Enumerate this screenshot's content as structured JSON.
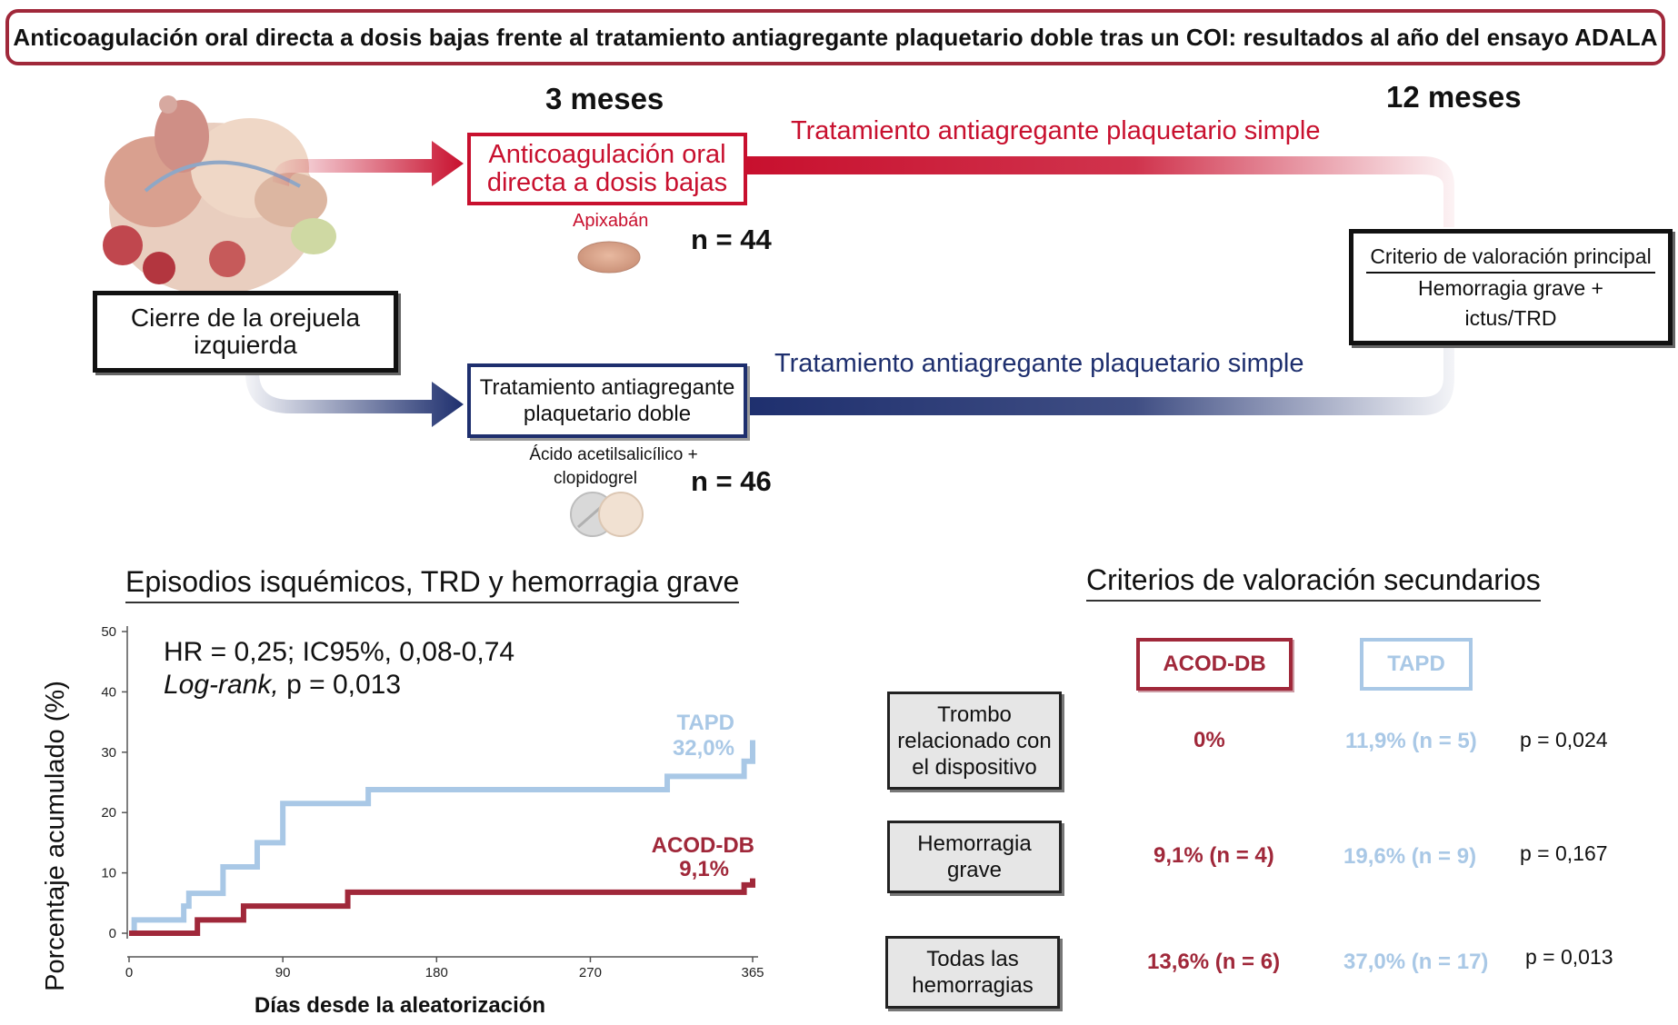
{
  "title": "Anticoagulación oral directa a dosis bajas frente al tratamiento antiagregante plaquetario doble tras un COI: resultados al año del ensayo ADALA",
  "timeline": {
    "month_3": "3 meses",
    "month_12": "12 meses"
  },
  "colors": {
    "red": "#c8102e",
    "navy": "#1e2f6e",
    "maroon": "#a0283a",
    "light_blue": "#a9c8e6"
  },
  "origin_box": {
    "line1": "Cierre de la orejuela",
    "line2": "izquierda"
  },
  "red_arm": {
    "box_line1": "Anticoagulación oral",
    "box_line2": "directa a dosis bajas",
    "drug": "Apixabán",
    "n": "n = 44",
    "followup": "Tratamiento antiagregante plaquetario simple",
    "icon": "pill-icon"
  },
  "navy_arm": {
    "box_line1": "Tratamiento antiagregante",
    "box_line2": "plaquetario doble",
    "drug_line1": "Ácido acetilsalicílico +",
    "drug_line2": "clopidogrel",
    "n": "n = 46",
    "followup": "Tratamiento antiagregante plaquetario simple",
    "icon": "two-pills-icon"
  },
  "endpoint_box": {
    "line1": "Criterio de valoración principal",
    "line2": "Hemorragia grave +",
    "line3": "ictus/TRD"
  },
  "km_panel": {
    "title": "Episodios isquémicos, TRD y hemorragia grave",
    "hr_line": "HR = 0,25; IC95%, 0,08-0,74",
    "logrank_italic": "Log-rank,",
    "logrank_rest": " p = 0,013",
    "series_labels": {
      "tapd_name": "TAPD",
      "tapd_value": "32,0%",
      "acod_name": "ACOD-DB",
      "acod_value": "9,1%"
    }
  },
  "chart_data": {
    "type": "line",
    "xlabel": "Días desde la aleatorización",
    "ylabel": "Porcentaje acumulado (%)",
    "xlim": [
      0,
      365
    ],
    "ylim": [
      0,
      50
    ],
    "xticks": [
      0,
      90,
      180,
      270,
      365
    ],
    "yticks": [
      0,
      10,
      20,
      30,
      40,
      50
    ],
    "series": [
      {
        "name": "TAPD",
        "color": "#a9c8e6",
        "x": [
          0,
          3,
          32,
          35,
          55,
          75,
          90,
          140,
          315,
          360,
          365
        ],
        "y": [
          0,
          2.2,
          4.5,
          6.6,
          11.0,
          15.0,
          21.5,
          23.8,
          26.0,
          28.5,
          32.0
        ]
      },
      {
        "name": "ACOD-DB",
        "color": "#a0283a",
        "x": [
          0,
          40,
          67,
          128,
          360,
          365
        ],
        "y": [
          0,
          2.2,
          4.5,
          6.8,
          8.0,
          9.1
        ]
      }
    ]
  },
  "secondary": {
    "title": "Criterios de valoración secundarios",
    "col_acod": "ACOD-DB",
    "col_tapd": "TAPD",
    "rows": [
      {
        "label_line1": "Trombo",
        "label_line2": "relacionado con",
        "label_line3": "el dispositivo",
        "acod": "0%",
        "tapd": "11,9% (n = 5)",
        "p": "p = 0,024"
      },
      {
        "label_line1": "Hemorragia",
        "label_line2": "grave",
        "label_line3": "",
        "acod": "9,1% (n = 4)",
        "tapd": "19,6% (n = 9)",
        "p": "p = 0,167"
      },
      {
        "label_line1": "Todas las",
        "label_line2": "hemorragias",
        "label_line3": "",
        "acod": "13,6% (n = 6)",
        "tapd": "37,0% (n = 17)",
        "p": "p = 0,013"
      }
    ]
  }
}
